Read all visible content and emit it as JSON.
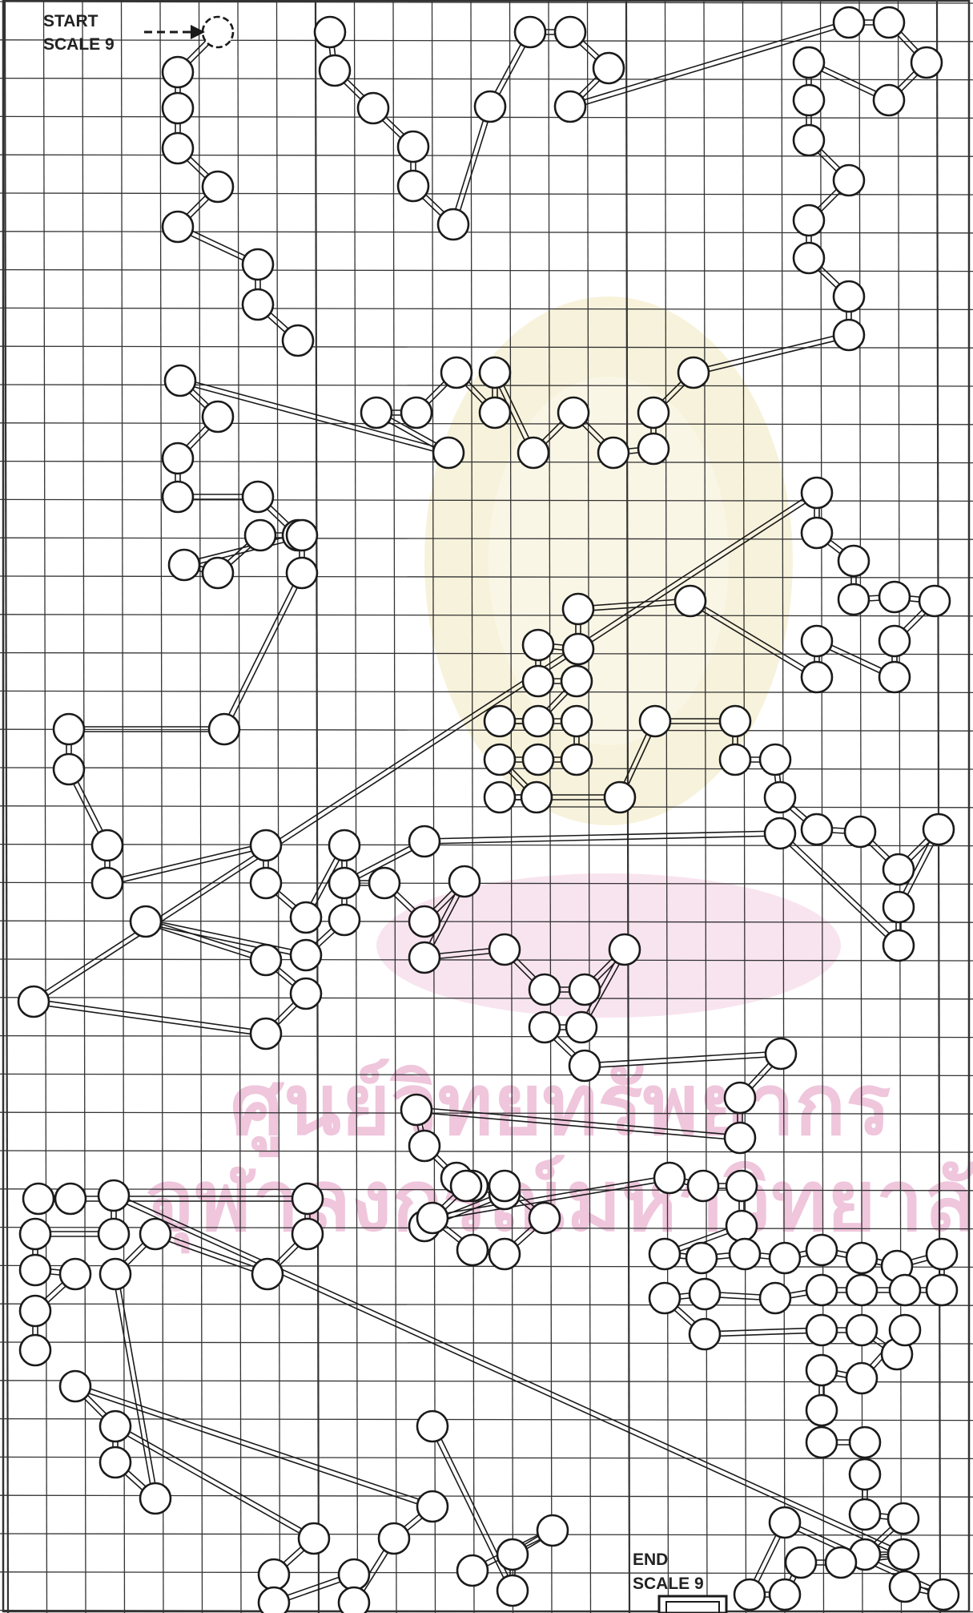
{
  "diagram": {
    "start_label_line1": "START",
    "start_label_line2": "SCALE 9",
    "end_label_line1": "END",
    "end_label_line2": "SCALE 9",
    "watermark_line1": "ศูนย์วิทยทรัพยากร",
    "watermark_line2": "จุฬาลงกรณ์มหาวิทยาลัย"
  },
  "colors": {
    "grid": "#333333",
    "ink": "#1a1a1a",
    "node_fill": "#ffffff",
    "watermark_pink": "#e8a8c8",
    "watermark_gold": "#e6d79a"
  }
}
